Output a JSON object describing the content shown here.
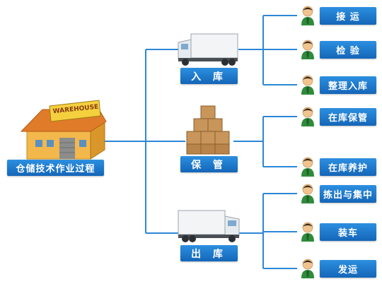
{
  "main": {
    "label": "仓储技术作业过程"
  },
  "stages": [
    {
      "id": "inbound",
      "label": "入  库",
      "tasks": [
        "接  运",
        "检  验",
        "整理入库"
      ]
    },
    {
      "id": "storage",
      "label": "保  管",
      "tasks": [
        "在库保管",
        "在库养护"
      ]
    },
    {
      "id": "outbound",
      "label": "出  库",
      "tasks": [
        "拣出与集中",
        "装车",
        "发运"
      ]
    }
  ],
  "warehouse_sign": "WAREHOUSE",
  "colors": {
    "line": "#2c87d6",
    "label_top": "#2c8fe0",
    "label_bottom": "#1566b8",
    "person_body": "#2e8b3a",
    "person_head": "#f1c48f",
    "box": "#c8955a",
    "truck": "#e8eef2"
  }
}
